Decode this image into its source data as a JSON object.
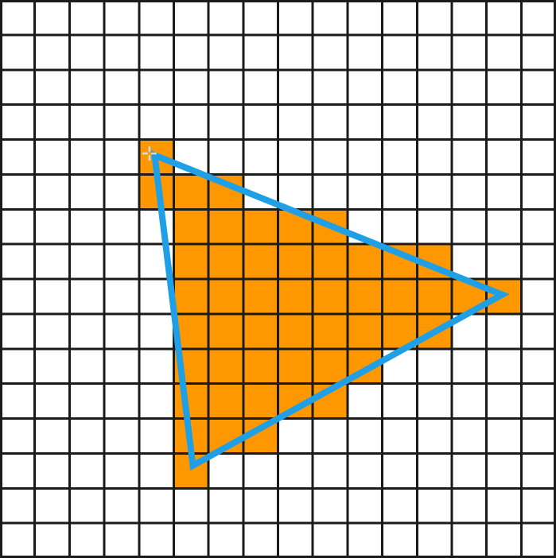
{
  "grid": {
    "columns": 16,
    "rows": 16,
    "cell_size": 43.6
  },
  "colors": {
    "background": "#ffffff",
    "grid_line": "#1b1b1b",
    "filled_pixel": "#ff9800",
    "triangle_outline": "#1e9fe6"
  },
  "triangle_vertices": [
    {
      "col": 4.45,
      "row": 4.45
    },
    {
      "col": 14.45,
      "row": 8.45
    },
    {
      "col": 5.55,
      "row": 13.35
    }
  ],
  "filled_cells": [
    [
      4,
      4
    ],
    [
      4,
      5
    ],
    [
      5,
      5
    ],
    [
      6,
      5
    ],
    [
      5,
      6
    ],
    [
      6,
      6
    ],
    [
      7,
      6
    ],
    [
      8,
      6
    ],
    [
      9,
      6
    ],
    [
      5,
      7
    ],
    [
      6,
      7
    ],
    [
      7,
      7
    ],
    [
      8,
      7
    ],
    [
      9,
      7
    ],
    [
      10,
      7
    ],
    [
      11,
      7
    ],
    [
      12,
      7
    ],
    [
      5,
      8
    ],
    [
      6,
      8
    ],
    [
      7,
      8
    ],
    [
      8,
      8
    ],
    [
      9,
      8
    ],
    [
      10,
      8
    ],
    [
      11,
      8
    ],
    [
      12,
      8
    ],
    [
      13,
      8
    ],
    [
      14,
      8
    ],
    [
      5,
      9
    ],
    [
      6,
      9
    ],
    [
      7,
      9
    ],
    [
      8,
      9
    ],
    [
      9,
      9
    ],
    [
      10,
      9
    ],
    [
      11,
      9
    ],
    [
      12,
      9
    ],
    [
      5,
      10
    ],
    [
      6,
      10
    ],
    [
      7,
      10
    ],
    [
      8,
      10
    ],
    [
      9,
      10
    ],
    [
      10,
      10
    ],
    [
      5,
      11
    ],
    [
      6,
      11
    ],
    [
      7,
      11
    ],
    [
      8,
      11
    ],
    [
      9,
      11
    ],
    [
      5,
      12
    ],
    [
      6,
      12
    ],
    [
      7,
      12
    ],
    [
      5,
      13
    ]
  ],
  "cursor": {
    "icon": "crosshair-cursor-icon",
    "col": 4.3,
    "row": 4.4
  }
}
